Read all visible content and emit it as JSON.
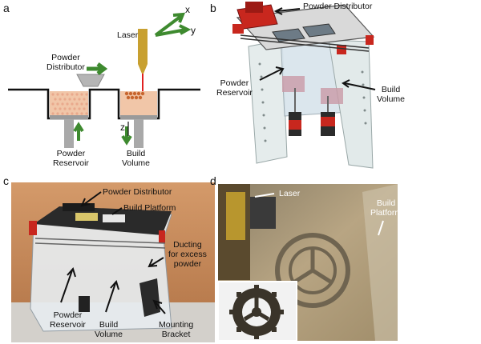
{
  "panels": {
    "a": {
      "letter": "a",
      "labels": {
        "laser": "Laser",
        "axis_x": "x",
        "axis_y": "y",
        "axis_z": "z",
        "powder_distributor": "Powder\nDistributor",
        "powder_reservoir": "Powder\nReservoir",
        "build_volume": "Build\nVolume"
      }
    },
    "b": {
      "letter": "b",
      "labels": {
        "powder_distributor": "Powder Distributor",
        "powder_reservoir": "Powder\nReservoir",
        "build_volume": "Build\nVolume"
      }
    },
    "c": {
      "letter": "c",
      "labels": {
        "powder_distributor": "Powder Distributor",
        "build_platform": "Build Platform",
        "ducting": "Ducting\nfor excess\npowder",
        "powder_reservoir": "Powder\nReservoir",
        "build_volume": "Build\nVolume",
        "mounting_bracket": "Mounting\nBracket"
      }
    },
    "d": {
      "letter": "d",
      "labels": {
        "laser": "Laser",
        "build_platform": "Build\nPlatform"
      }
    }
  },
  "colors": {
    "arrow_green": "#3e8a2f",
    "laser_gold": "#c8a030",
    "laser_beam": "#e02020",
    "powder": "#f1c6a8",
    "frame_red": "#c8271e"
  }
}
